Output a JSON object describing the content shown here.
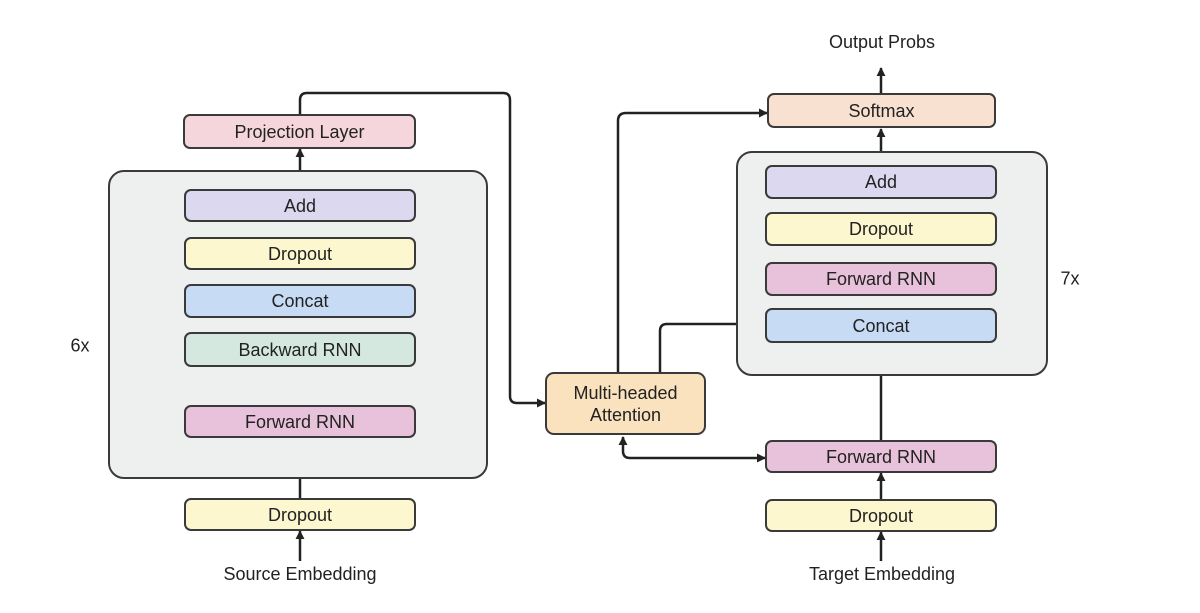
{
  "colors": {
    "pink": "#f5d6dc",
    "lavender": "#dcd8f0",
    "yellow": "#fdf7d0",
    "blue": "#c7dbf5",
    "green": "#d4e8e0",
    "magenta": "#e8c2da",
    "peach": "#f8e1d1",
    "attention": "#f9e2bd",
    "group_fill": "#eef0f0",
    "stroke": "#3a3a3a"
  },
  "encoder": {
    "repeat_label": "6x",
    "input_label": "Source Embedding",
    "dropout": "Dropout",
    "forward_rnn": "Forward RNN",
    "backward_rnn": "Backward RNN",
    "concat": "Concat",
    "dropout_inner": "Dropout",
    "add": "Add",
    "projection": "Projection Layer"
  },
  "attention": {
    "label_line1": "Multi-headed",
    "label_line2": "Attention"
  },
  "decoder": {
    "repeat_label": "7x",
    "input_label": "Target Embedding",
    "dropout": "Dropout",
    "forward_rnn": "Forward RNN",
    "concat": "Concat",
    "forward_rnn_inner": "Forward RNN",
    "dropout_inner": "Dropout",
    "add": "Add",
    "softmax": "Softmax",
    "output_label": "Output Probs"
  }
}
